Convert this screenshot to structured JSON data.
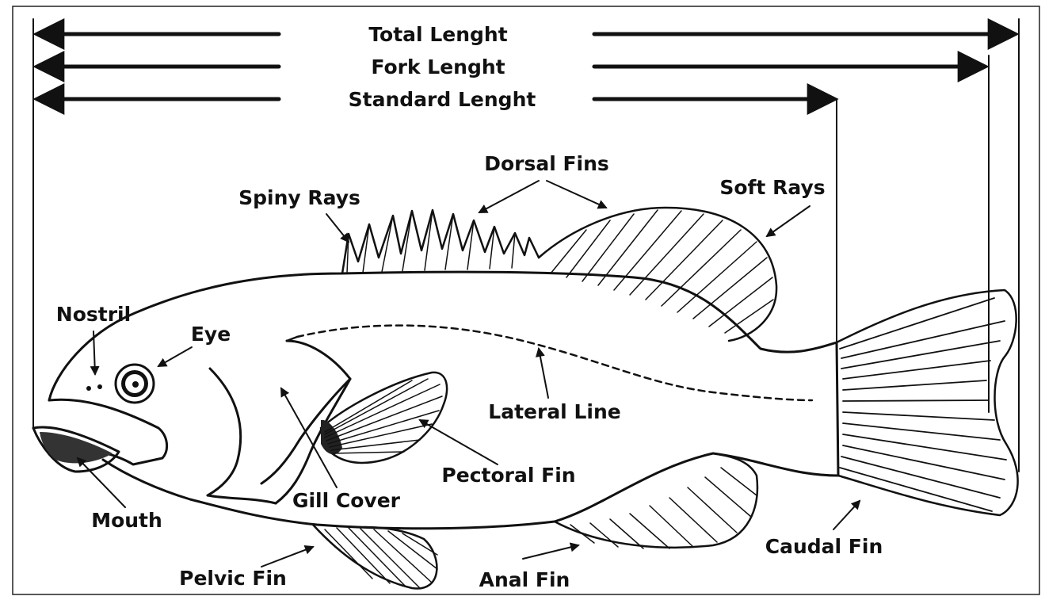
{
  "measurements": {
    "total_length": "Total Lenght",
    "fork_length": "Fork Lenght",
    "standard_length": "Standard Lenght"
  },
  "parts": {
    "dorsal_fins": "Dorsal Fins",
    "spiny_rays": "Spiny Rays",
    "soft_rays": "Soft Rays",
    "nostril": "Nostril",
    "eye": "Eye",
    "lateral_line": "Lateral Line",
    "pectoral_fin": "Pectoral Fin",
    "gill_cover": "Gill Cover",
    "mouth": "Mouth",
    "pelvic_fin": "Pelvic Fin",
    "anal_fin": "Anal Fin",
    "caudal_fin": "Caudal Fin"
  },
  "colors": {
    "ink": "#111111",
    "background": "#ffffff"
  }
}
